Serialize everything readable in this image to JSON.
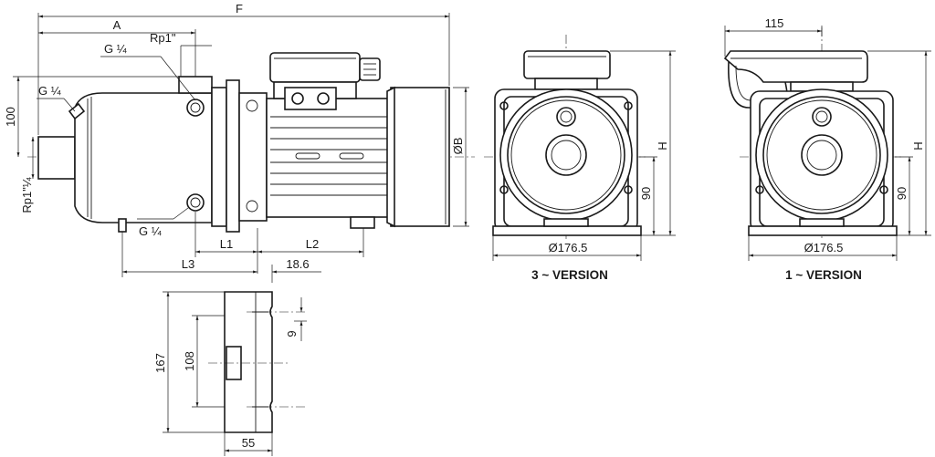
{
  "side_view": {
    "dim_F": "F",
    "dim_A": "A",
    "dim_100": "100",
    "dim_B": "ØB",
    "dim_L1": "L1",
    "dim_L2": "L2",
    "dim_L3": "L3",
    "dim_18_6": "18.6",
    "label_g_top": "G ¼",
    "label_rp_top": "Rp1\"",
    "label_g_left": "G ¼",
    "label_rp_left": "Rp1\"¼",
    "label_g_bottom": "G ¼"
  },
  "foot_view": {
    "dim_167": "167",
    "dim_108": "108",
    "dim_9": "9",
    "dim_55": "55"
  },
  "version_3": {
    "dim_H": "H",
    "dim_90": "90",
    "dim_diameter": "Ø176.5",
    "caption": "3 ~ VERSION"
  },
  "version_1": {
    "dim_115": "115",
    "dim_H": "H",
    "dim_90": "90",
    "dim_diameter": "Ø176.5",
    "caption": "1 ~ VERSION"
  }
}
